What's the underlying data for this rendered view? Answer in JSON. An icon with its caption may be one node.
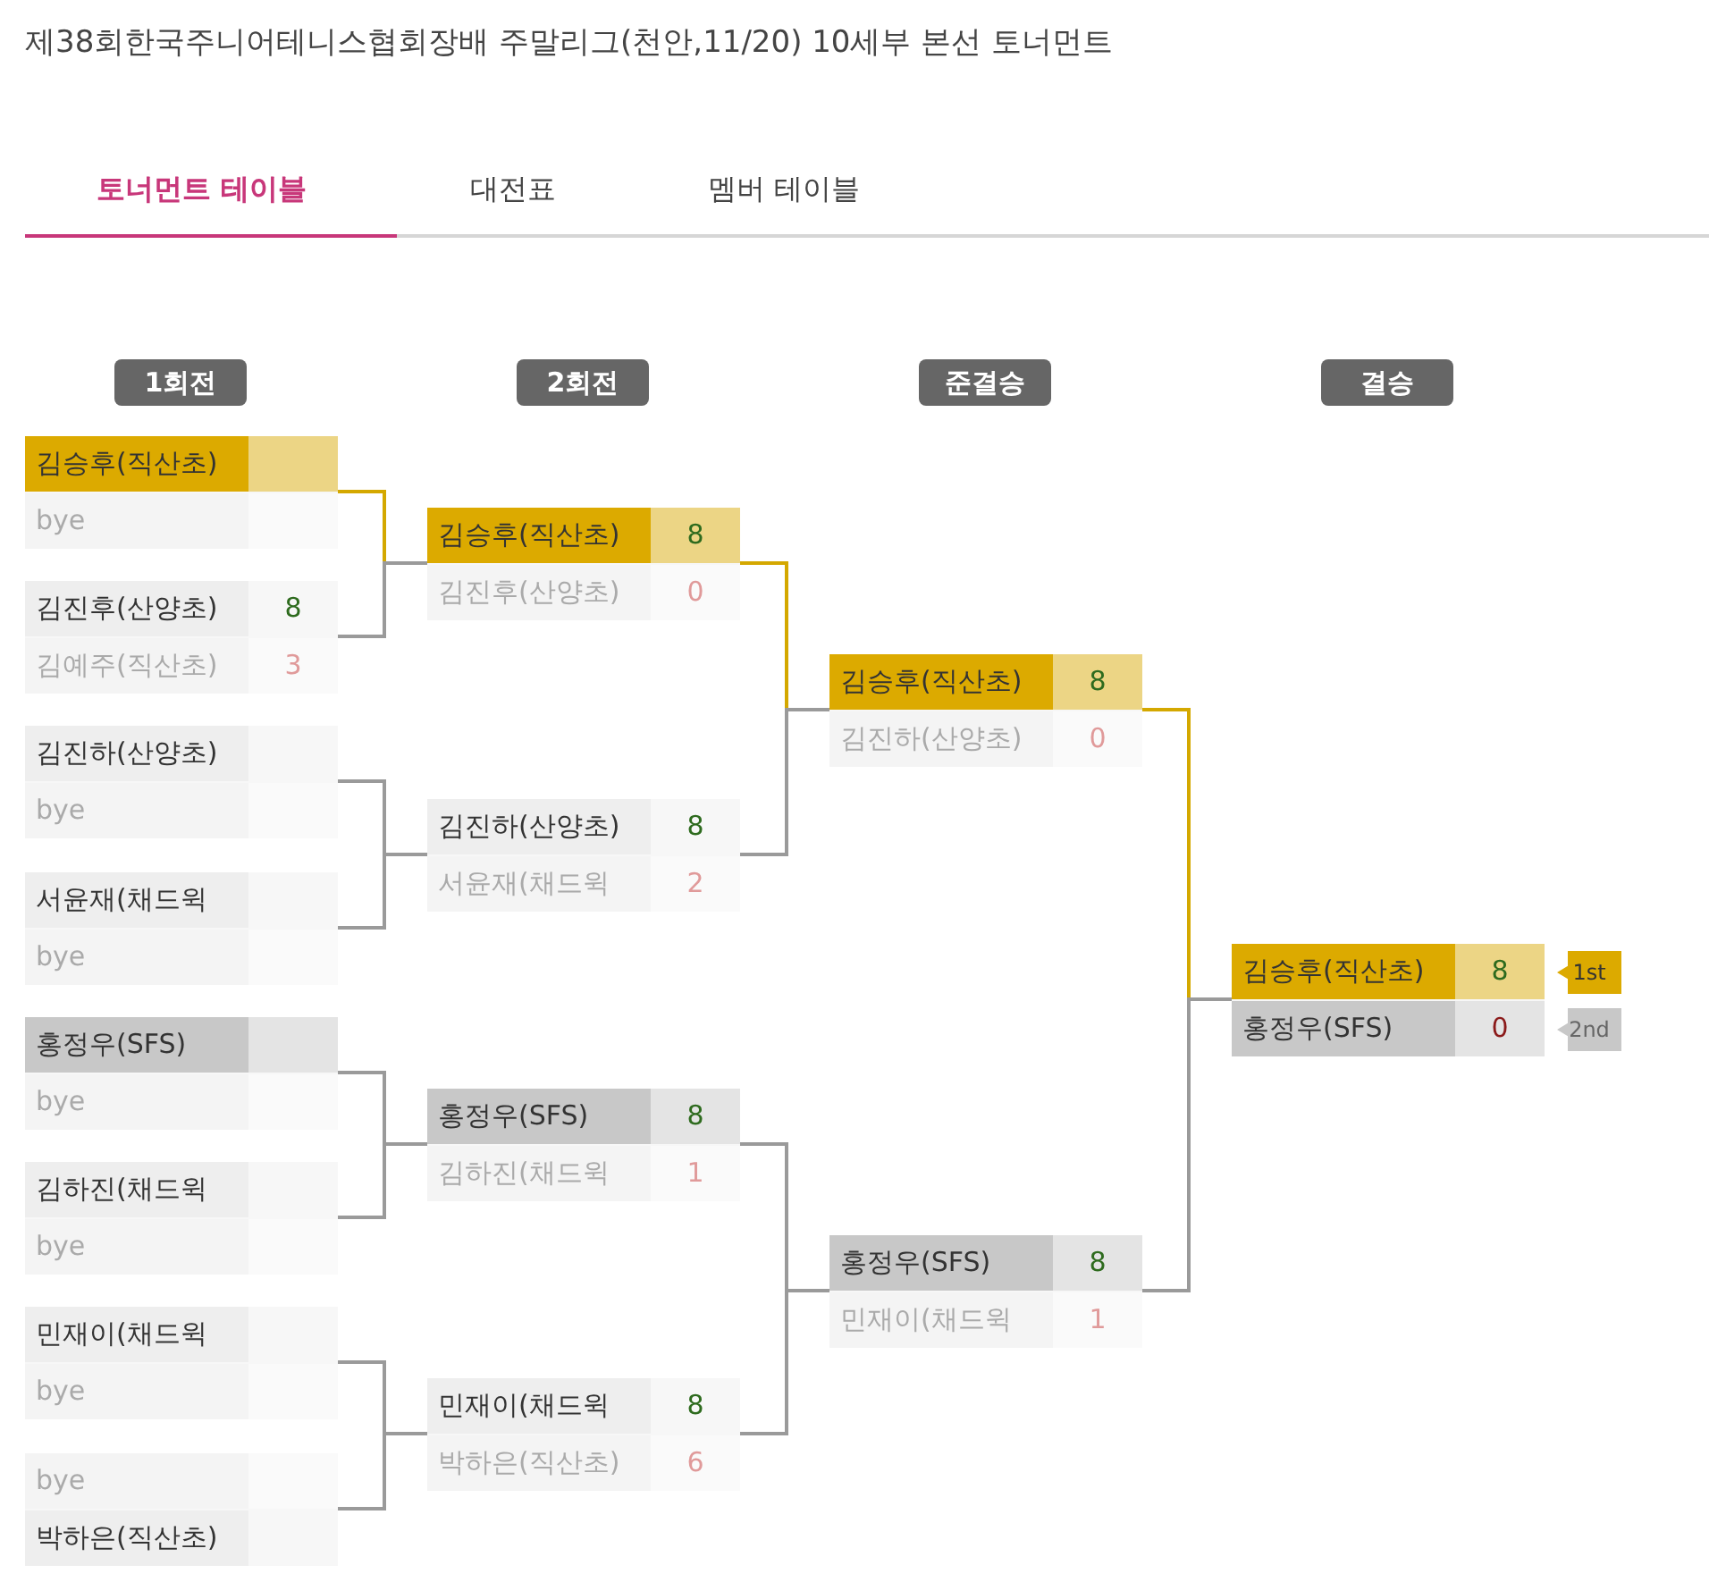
{
  "diagram": {
    "title": "제38회한국주니어테니스협회장배 주말리그(천안,11/20) 10세부 본선 토너먼트",
    "nodes": [
      {
        "text": [
          "1회전"
        ]
      },
      {
        "text": [
          "2회전"
        ]
      },
      {
        "text": [
          "준결승"
        ]
      },
      {
        "text": [
          "결승"
        ]
      },
      {
        "text": [],
        "shape": "box"
      },
      {
        "text": [
          "김승후(직산초)"
        ],
        "in": 4
      },
      {
        "text": [
          "bye"
        ],
        "in": 4
      },
      {
        "text": [],
        "shape": "box"
      },
      {
        "text": [
          "김진후(산양초)",
          "8"
        ],
        "in": 7
      },
      {
        "text": [
          "김예주(직산초)",
          "3"
        ],
        "in": 7
      },
      {
        "text": [],
        "shape": "box"
      },
      {
        "text": [
          "김진하(산양초)"
        ],
        "in": 10
      },
      {
        "text": [
          "bye"
        ],
        "in": 10
      },
      {
        "text": [],
        "shape": "box"
      },
      {
        "text": [
          "서윤재(채드윅"
        ],
        "in": 13
      },
      {
        "text": [
          "bye"
        ],
        "in": 13
      },
      {
        "text": [],
        "shape": "box"
      },
      {
        "text": [
          "홍정우(SFS)"
        ],
        "in": 16
      },
      {
        "text": [
          "bye"
        ],
        "in": 16
      },
      {
        "text": [],
        "shape": "box"
      },
      {
        "text": [
          "김하진(채드윅"
        ],
        "in": 19
      },
      {
        "text": [
          "bye"
        ],
        "in": 19
      },
      {
        "text": [],
        "shape": "box"
      },
      {
        "text": [
          "민재이(채드윅"
        ],
        "in": 22
      },
      {
        "text": [
          "bye"
        ],
        "in": 22
      },
      {
        "text": [],
        "shape": "box"
      },
      {
        "text": [
          "bye"
        ],
        "in": 25
      },
      {
        "text": [
          "박하은(직산초)"
        ],
        "in": 25
      },
      {
        "text": [],
        "shape": "box"
      },
      {
        "text": [
          "김승후(직산초)",
          "8"
        ],
        "in": 28
      },
      {
        "text": [
          "김진후(산양초)",
          "0"
        ],
        "in": 28
      },
      {
        "text": [],
        "shape": "box"
      },
      {
        "text": [
          "김진하(산양초)",
          "8"
        ],
        "in": 31
      },
      {
        "text": [
          "서윤재(채드윅",
          "2"
        ],
        "in": 31
      },
      {
        "text": [],
        "shape": "box"
      },
      {
        "text": [
          "홍정우(SFS)",
          "8"
        ],
        "in": 34
      },
      {
        "text": [
          "김하진(채드윅",
          "1"
        ],
        "in": 34
      },
      {
        "text": [],
        "shape": "box"
      },
      {
        "text": [
          "민재이(채드윅",
          "8"
        ],
        "in": 37
      },
      {
        "text": [
          "박하은(직산초)",
          "6"
        ],
        "in": 37
      },
      {
        "text": [],
        "shape": "box"
      },
      {
        "text": [
          "김승후(직산초)",
          "8"
        ],
        "in": 40
      },
      {
        "text": [
          "김진하(산양초)",
          "0"
        ],
        "in": 40
      },
      {
        "text": [],
        "shape": "box"
      },
      {
        "text": [
          "홍정우(SFS)",
          "8"
        ],
        "in": 43
      },
      {
        "text": [
          "민재이(채드윅",
          "1"
        ],
        "in": 43
      },
      {
        "text": [],
        "shape": "box"
      },
      {
        "text": [
          "김승후(직산초)",
          "8"
        ],
        "in": 46,
        "beside": [
          "1st"
        ]
      },
      {
        "text": [
          "홍정우(SFS)",
          "0"
        ],
        "in": 46,
        "beside": [
          "2nd"
        ]
      }
    ],
    "edges": [
      {
        "from": 4,
        "to": 28,
        "arrow": "none",
        "color": "#d4a800"
      },
      {
        "from": 7,
        "to": 28,
        "arrow": "none"
      },
      {
        "from": 10,
        "to": 31,
        "arrow": "none"
      },
      {
        "from": 13,
        "to": 31,
        "arrow": "none"
      },
      {
        "from": 16,
        "to": 34,
        "arrow": "none"
      },
      {
        "from": 19,
        "to": 34,
        "arrow": "none"
      },
      {
        "from": 22,
        "to": 37,
        "arrow": "none"
      },
      {
        "from": 25,
        "to": 37,
        "arrow": "none"
      },
      {
        "from": 28,
        "to": 40,
        "arrow": "none",
        "color": "#d4a800"
      },
      {
        "from": 31,
        "to": 40,
        "arrow": "none"
      },
      {
        "from": 34,
        "to": 43,
        "arrow": "none"
      },
      {
        "from": 37,
        "to": 43,
        "arrow": "none"
      },
      {
        "from": 40,
        "to": 46,
        "arrow": "none",
        "color": "#d4a800"
      },
      {
        "from": 43,
        "to": 46,
        "arrow": "none"
      }
    ],
    "labels": [
      "토너먼트 테이블",
      "대전표",
      "멤버 테이블"
    ]
  }
}
